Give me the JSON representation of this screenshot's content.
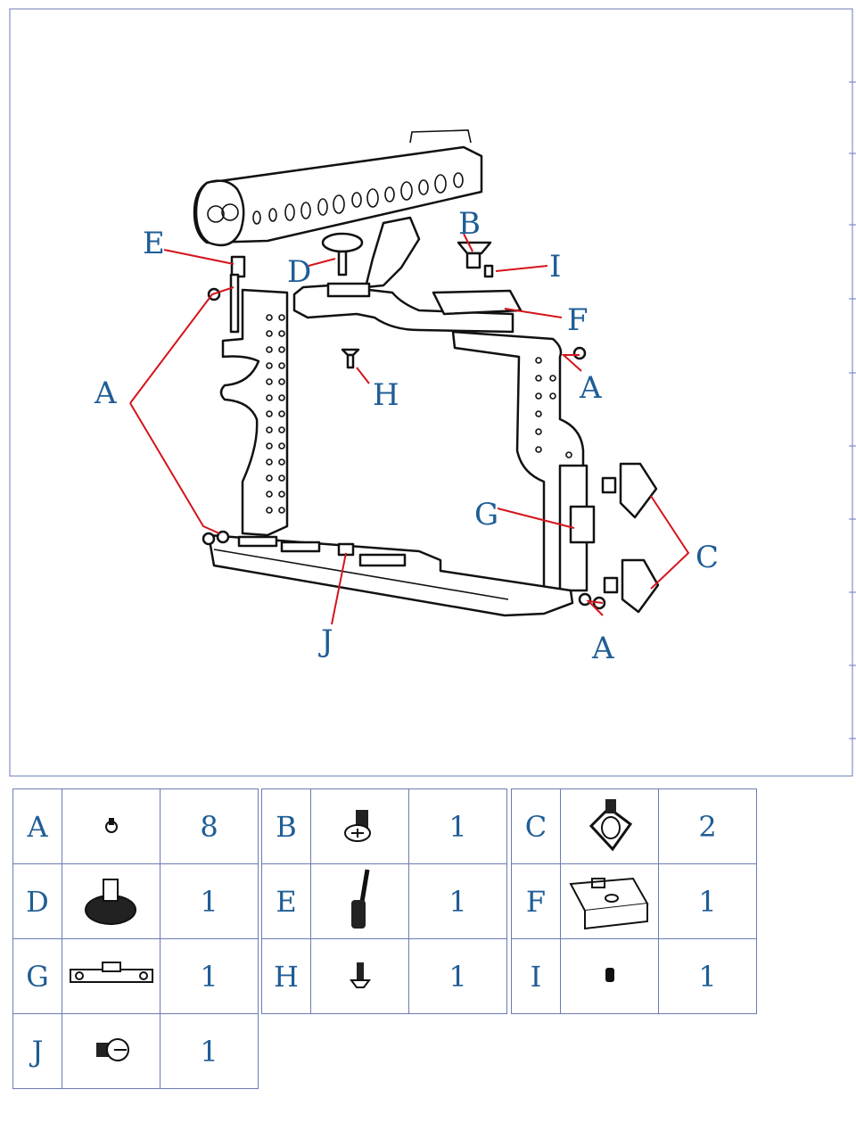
{
  "callouts": {
    "A_left": "A",
    "A_right_top": "A",
    "A_right_bottom": "A",
    "B": "B",
    "C": "C",
    "D": "D",
    "E": "E",
    "F": "F",
    "G": "G",
    "H": "H",
    "I": "I",
    "J": "J"
  },
  "parts": [
    {
      "letter": "A",
      "icon": "small-screw-icon",
      "qty": "8"
    },
    {
      "letter": "B",
      "icon": "cross-screw-icon",
      "qty": "1"
    },
    {
      "letter": "C",
      "icon": "d-ring-screw-icon",
      "qty": "2"
    },
    {
      "letter": "D",
      "icon": "thumb-screw-icon",
      "qty": "1"
    },
    {
      "letter": "E",
      "icon": "long-pin-screw-icon",
      "qty": "1"
    },
    {
      "letter": "F",
      "icon": "shoe-mount-block-icon",
      "qty": "1"
    },
    {
      "letter": "G",
      "icon": "rod-clamp-plate-icon",
      "qty": "1"
    },
    {
      "letter": "H",
      "icon": "countersunk-screw-icon",
      "qty": "1"
    },
    {
      "letter": "I",
      "icon": "set-screw-icon",
      "qty": "1"
    },
    {
      "letter": "J",
      "icon": "slotted-screw-icon",
      "qty": "1"
    }
  ],
  "colors": {
    "label": "#1f5d96",
    "leader": "#d4141c",
    "grid": "#6b7bb3"
  }
}
